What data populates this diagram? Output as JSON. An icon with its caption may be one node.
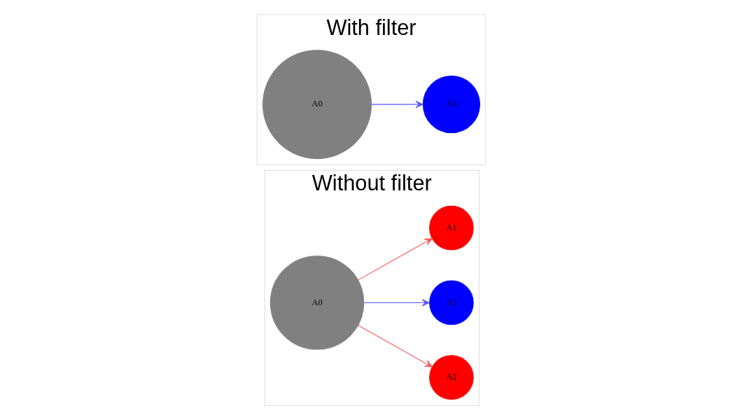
{
  "diagram": {
    "nodes": [
      {
        "text": [
          "Without filter"
        ]
      },
      {
        "text": [
          "A2"
        ],
        "in": 0
      },
      {
        "text": [
          "A3"
        ],
        "in": 0
      },
      {
        "text": [
          "A0"
        ],
        "in": 0
      },
      {
        "text": [
          "A1"
        ],
        "in": 0
      },
      {
        "text": [
          "With filter"
        ]
      },
      {
        "text": [
          "A3"
        ],
        "in": 5
      },
      {
        "text": [
          "A0"
        ],
        "in": 5
      }
    ],
    "edges": [
      {
        "from": 3,
        "to": 1,
        "arrow": "to",
        "color": "#ff5555"
      },
      {
        "from": 3,
        "to": 2,
        "arrow": "to",
        "color": "#5555ff"
      },
      {
        "from": 3,
        "to": 4,
        "arrow": "to",
        "color": "#ff5555"
      },
      {
        "from": 7,
        "to": 6,
        "arrow": "to",
        "color": "#5555ff"
      }
    ]
  }
}
